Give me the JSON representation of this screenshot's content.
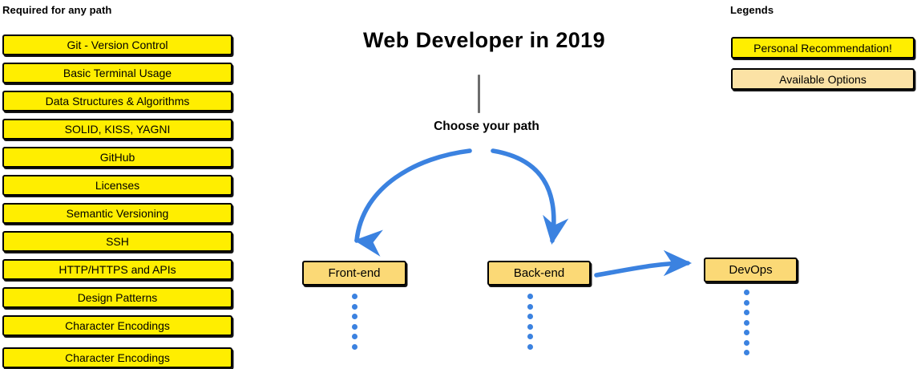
{
  "colors": {
    "recommendation_yellow": "#ffee00",
    "available_tan": "#fbd976",
    "available_tan_light": "#fbe2a5",
    "arrow_blue": "#3b82e0",
    "stem_gray": "#6d6d6d",
    "outline_black": "#000000",
    "background": "#ffffff"
  },
  "title": {
    "text": "Web Developer in 2019"
  },
  "center": {
    "choose_label": "Choose your path"
  },
  "required": {
    "heading": "Required for any path",
    "items": [
      {
        "label": "Git - Version Control"
      },
      {
        "label": "Basic Terminal Usage"
      },
      {
        "label": "Data Structures & Algorithms"
      },
      {
        "label": "SOLID, KISS, YAGNI"
      },
      {
        "label": "GitHub"
      },
      {
        "label": "Licenses"
      },
      {
        "label": "Semantic Versioning"
      },
      {
        "label": "SSH"
      },
      {
        "label": "HTTP/HTTPS and APIs"
      },
      {
        "label": "Design Patterns"
      },
      {
        "label": "Character Encodings"
      }
    ]
  },
  "legends": {
    "heading": "Legends",
    "items": [
      {
        "label": "Personal Recommendation!",
        "style": "yellow"
      },
      {
        "label": "Available Options",
        "style": "tan-light"
      }
    ]
  },
  "paths": {
    "items": [
      {
        "label": "Front-end"
      },
      {
        "label": "Back-end"
      },
      {
        "label": "DevOps"
      }
    ]
  }
}
